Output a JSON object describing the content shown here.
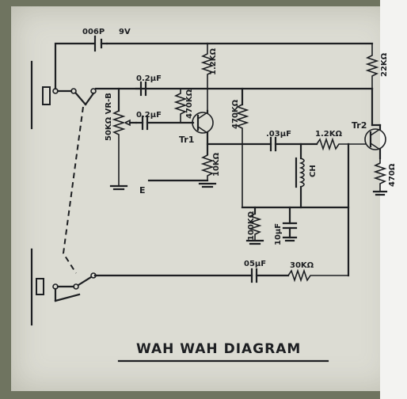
{
  "diagram": {
    "title": "WAH WAH DIAGRAM",
    "labels": {
      "cap_006p": "006P",
      "battery_9v": "9V",
      "r_1k2_top": "1.2KΩ",
      "r_22k": "22KΩ",
      "c_02_a": "0.2μF",
      "c_02_b": "0.2μF",
      "r_470k_a": "470KΩ",
      "r_470k_b": "470KΩ",
      "vr_b": "50KΩ VR-B",
      "tr1": "Tr1",
      "tr2": "Tr2",
      "r_10k": "10KΩ",
      "c_03": ".03μF",
      "r_1k2_mid": "1.2KΩ",
      "r_470": "470Ω",
      "coil_ch": "CH",
      "ground_e": "E",
      "r_100k": "100KΩ",
      "c_10u": "10μF",
      "c_05": "05μF",
      "r_30k": "30KΩ"
    }
  }
}
